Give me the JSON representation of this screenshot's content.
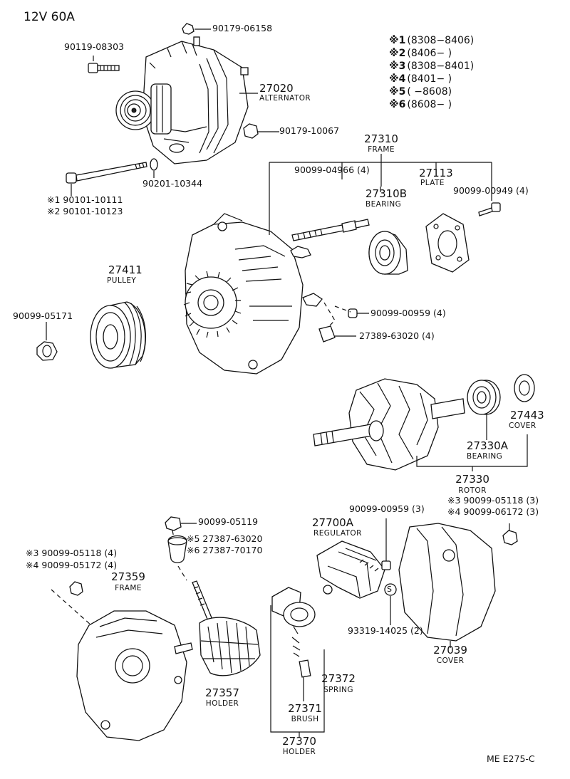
{
  "header": {
    "rating": "12V 60A"
  },
  "footer": {
    "code": "ME  E275-C"
  },
  "notes": [
    {
      "mark": "※1",
      "range": "(8308−8406)"
    },
    {
      "mark": "※2",
      "range": "(8406−      )"
    },
    {
      "mark": "※3",
      "range": "(8308−8401)"
    },
    {
      "mark": "※4",
      "range": "(8401−      )"
    },
    {
      "mark": "※5",
      "range": "(      −8608)"
    },
    {
      "mark": "※6",
      "range": "(8608−      )"
    }
  ],
  "parts": {
    "p90179_06158": "90179-06158",
    "p90119_08303": "90119-08303",
    "p27020": "27020",
    "alternator": "ALTERNATOR",
    "p90179_10067": "90179-10067",
    "p90201_10344": "90201-10344",
    "p90101_10111": "※1 90101-10111",
    "p90101_10123": "※2 90101-10123",
    "p27310": "27310",
    "frame_top": "FRAME",
    "p90099_04966": "90099-04966 (4)",
    "p27310b": "27310B",
    "bearing_top": "BEARING",
    "p27113": "27113",
    "plate": "PLATE",
    "p90099_00949": "90099-00949 (4)",
    "p27411": "27411",
    "pulley": "PULLEY",
    "p90099_05171": "90099-05171",
    "p90099_00959_a": "90099-00959 (4)",
    "p27389_63020": "27389-63020 (4)",
    "p27443": "27443",
    "cover_top": "COVER",
    "p27330a": "27330A",
    "bearing_mid": "BEARING",
    "p27330": "27330",
    "rotor": "ROTOR",
    "p90099_05118_r": "※3 90099-05118 (3)",
    "p90099_06172_r": "※4 90099-06172 (3)",
    "p90099_05119": "90099-05119",
    "p27387_63020": "※5 27387-63020",
    "p27387_70170": "※6 27387-70170",
    "p90099_00959_b": "90099-00959 (3)",
    "p27700a": "27700A",
    "regulator": "REGULATOR",
    "p90099_05118_l": "※3  90099-05118 (4)",
    "p90099_05172_l": "※4  90099-05172 (4)",
    "p27359": "27359",
    "frame_bottom": "FRAME",
    "s_mark": "S",
    "p93319_14025": "93319-14025 (2)",
    "p27039": "27039",
    "cover_bottom": "COVER",
    "p27357": "27357",
    "holder_mid": "HOLDER",
    "p27372": "27372",
    "spring": "SPRING",
    "p27371": "27371",
    "brush": "BRUSH",
    "p27370": "27370",
    "holder_bottom": "HOLDER"
  }
}
